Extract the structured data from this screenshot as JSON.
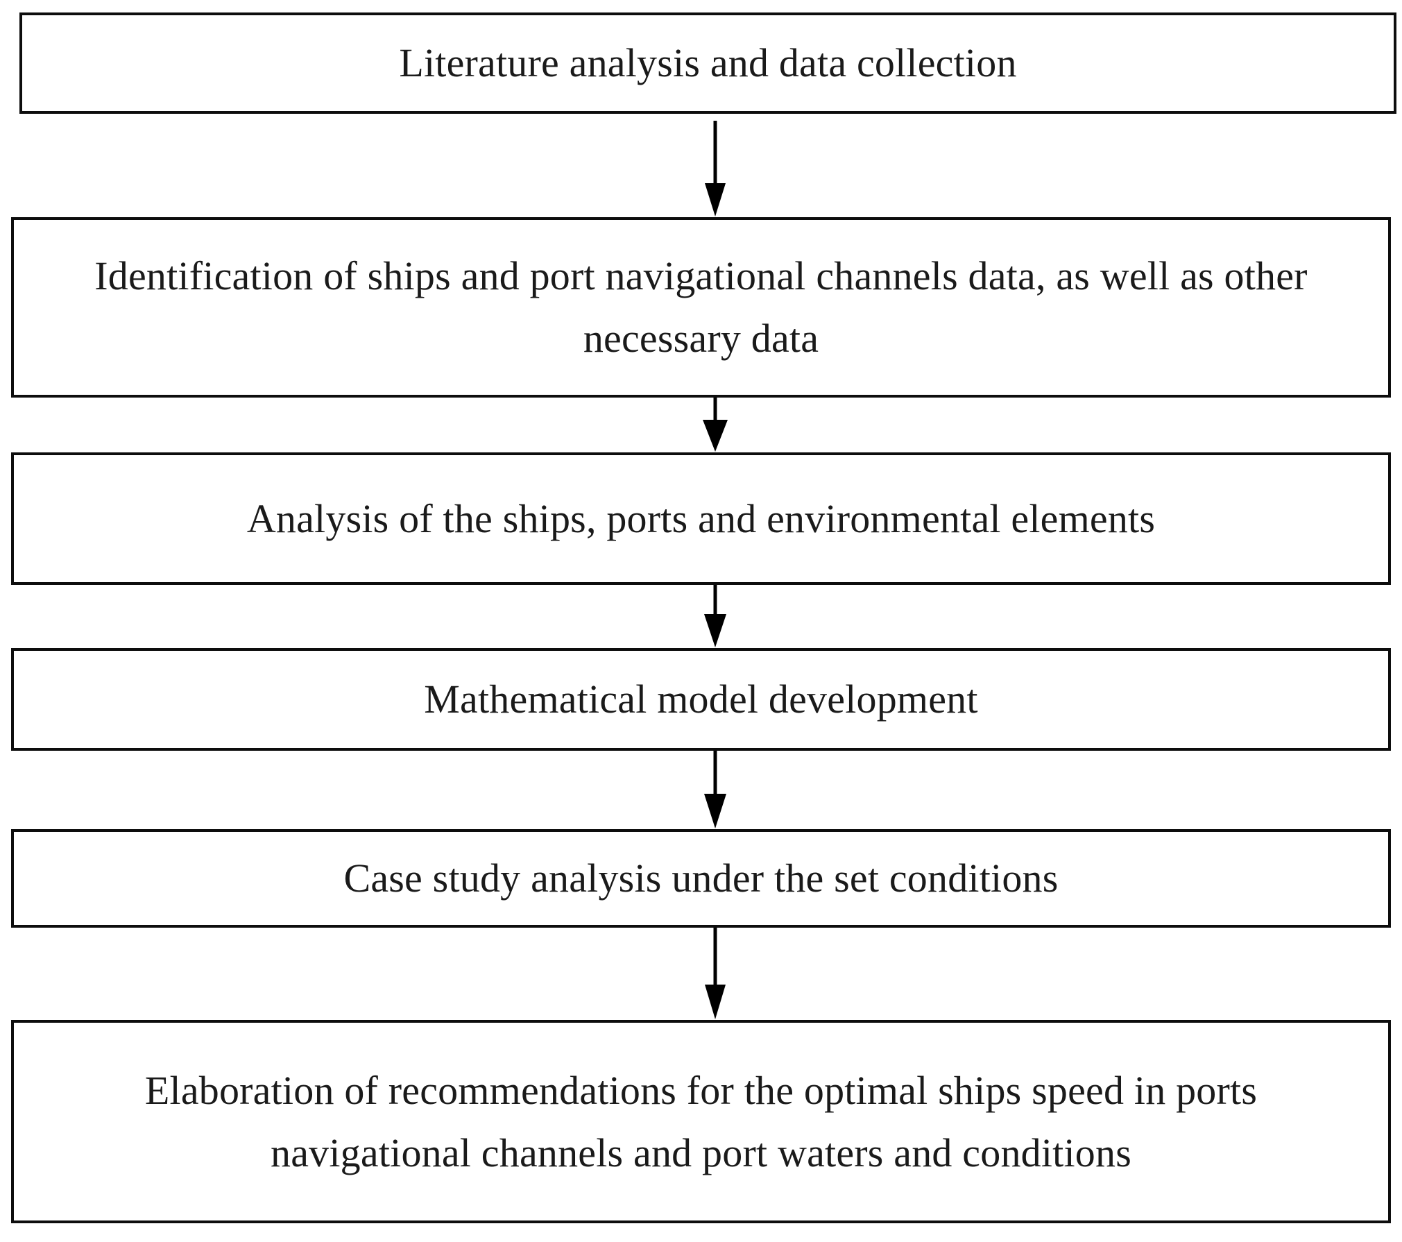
{
  "diagram": {
    "type": "flowchart",
    "orientation": "top-to-bottom",
    "background_color": "#ffffff",
    "border_color": "#0d0d0d",
    "text_color": "#1a1a1a",
    "arrow_color": "#000000",
    "node_count": 6,
    "connector_count": 5,
    "nodes": [
      {
        "id": "node-1",
        "label": "Literature analysis and data collection",
        "lines": 1
      },
      {
        "id": "node-2",
        "label": "Identification of ships and port navigational channels data, as well as other necessary data",
        "lines": 2
      },
      {
        "id": "node-3",
        "label": "Analysis of the ships, ports and environmental elements",
        "lines": 1
      },
      {
        "id": "node-4",
        "label": "Mathematical model development",
        "lines": 1
      },
      {
        "id": "node-5",
        "label": "Case study analysis under the set conditions",
        "lines": 1
      },
      {
        "id": "node-6",
        "label": "Elaboration of recommendations for the optimal ships speed in ports navigational channels and port waters and conditions",
        "lines": 2
      }
    ],
    "connectors": [
      {
        "id": "connector-1-2",
        "from": "node-1",
        "to": "node-2",
        "shape": "arrow-down"
      },
      {
        "id": "connector-2-3",
        "from": "node-2",
        "to": "node-3",
        "shape": "arrow-down"
      },
      {
        "id": "connector-3-4",
        "from": "node-3",
        "to": "node-4",
        "shape": "arrow-down"
      },
      {
        "id": "connector-4-5",
        "from": "node-4",
        "to": "node-5",
        "shape": "arrow-down"
      },
      {
        "id": "connector-5-6",
        "from": "node-5",
        "to": "node-6",
        "shape": "arrow-down"
      }
    ]
  }
}
